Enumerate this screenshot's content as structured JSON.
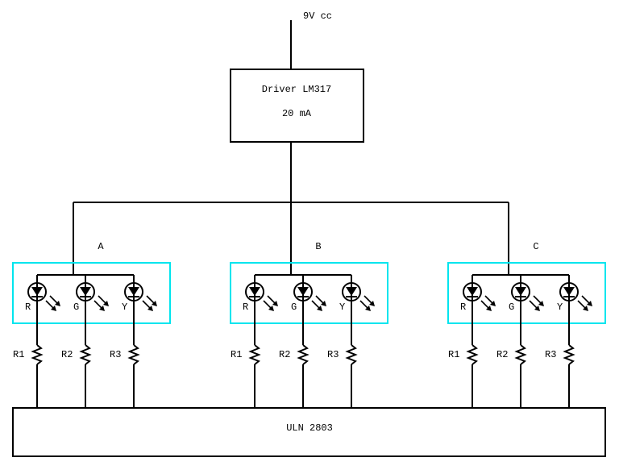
{
  "supply": {
    "label": "9V cc"
  },
  "driver": {
    "name": "Driver LM317",
    "current": "20 mA"
  },
  "groups": [
    {
      "label": "A",
      "leds": [
        {
          "label": "R"
        },
        {
          "label": "G"
        },
        {
          "label": "Y"
        }
      ],
      "resistors": [
        {
          "label": "R1"
        },
        {
          "label": "R2"
        },
        {
          "label": "R3"
        }
      ]
    },
    {
      "label": "B",
      "leds": [
        {
          "label": "R"
        },
        {
          "label": "G"
        },
        {
          "label": "Y"
        }
      ],
      "resistors": [
        {
          "label": "R1"
        },
        {
          "label": "R2"
        },
        {
          "label": "R3"
        }
      ]
    },
    {
      "label": "C",
      "leds": [
        {
          "label": "R"
        },
        {
          "label": "G"
        },
        {
          "label": "Y"
        }
      ],
      "resistors": [
        {
          "label": "R1"
        },
        {
          "label": "R2"
        },
        {
          "label": "R3"
        }
      ]
    }
  ],
  "sink": {
    "label": "ULN 2803"
  },
  "colors": {
    "wire": "#000000",
    "group_outline": "#00e5ee"
  }
}
